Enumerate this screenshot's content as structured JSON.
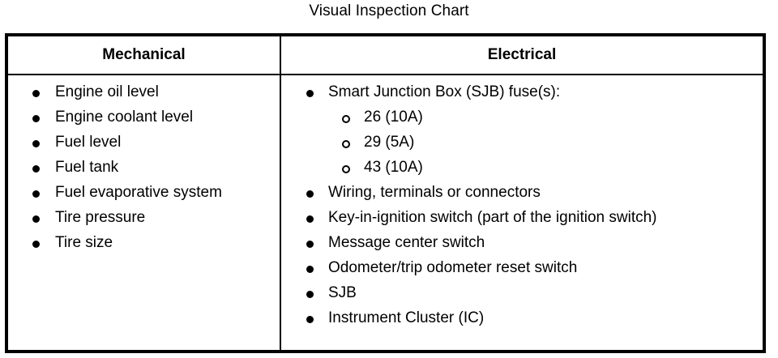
{
  "title": "Visual Inspection Chart",
  "colors": {
    "background": "#ffffff",
    "text": "#000000",
    "border": "#000000"
  },
  "table": {
    "columns": [
      {
        "id": "mechanical",
        "header": "Mechanical",
        "items": [
          {
            "level": 1,
            "marker": "filled-bullet-icon",
            "label": "Engine oil level"
          },
          {
            "level": 1,
            "marker": "filled-bullet-icon",
            "label": "Engine coolant level"
          },
          {
            "level": 1,
            "marker": "filled-bullet-icon",
            "label": "Fuel level"
          },
          {
            "level": 1,
            "marker": "filled-bullet-icon",
            "label": "Fuel tank"
          },
          {
            "level": 1,
            "marker": "filled-bullet-icon",
            "label": "Fuel evaporative system"
          },
          {
            "level": 1,
            "marker": "filled-bullet-icon",
            "label": "Tire pressure"
          },
          {
            "level": 1,
            "marker": "filled-bullet-icon",
            "label": "Tire size"
          }
        ]
      },
      {
        "id": "electrical",
        "header": "Electrical",
        "items": [
          {
            "level": 1,
            "marker": "filled-bullet-icon",
            "label": "Smart Junction Box (SJB) fuse(s):"
          },
          {
            "level": 2,
            "marker": "hollow-bullet-icon",
            "label": "26 (10A)"
          },
          {
            "level": 2,
            "marker": "hollow-bullet-icon",
            "label": "29 (5A)"
          },
          {
            "level": 2,
            "marker": "hollow-bullet-icon",
            "label": "43 (10A)"
          },
          {
            "level": 1,
            "marker": "filled-bullet-icon",
            "label": "Wiring, terminals or connectors"
          },
          {
            "level": 1,
            "marker": "filled-bullet-icon",
            "label": "Key-in-ignition switch (part of the ignition switch)"
          },
          {
            "level": 1,
            "marker": "filled-bullet-icon",
            "label": "Message center switch"
          },
          {
            "level": 1,
            "marker": "filled-bullet-icon",
            "label": "Odometer/trip odometer reset switch"
          },
          {
            "level": 1,
            "marker": "filled-bullet-icon",
            "label": "SJB"
          },
          {
            "level": 1,
            "marker": "filled-bullet-icon",
            "label": "Instrument Cluster (IC)"
          }
        ]
      }
    ]
  }
}
